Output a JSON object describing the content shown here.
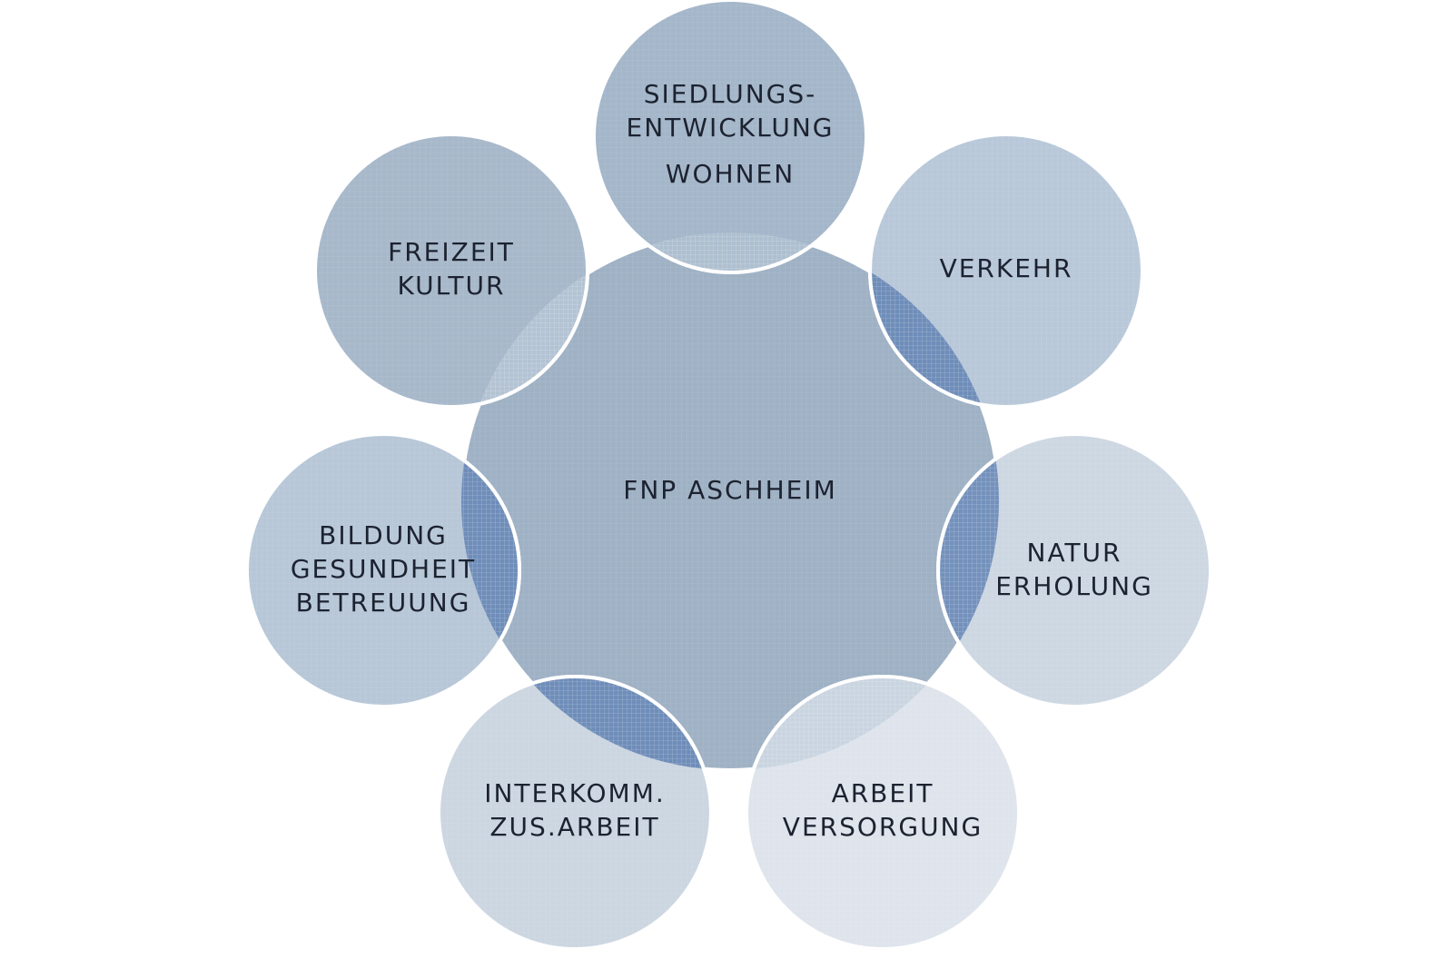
{
  "diagram": {
    "center": {
      "label": "FNP ASCHHEIM"
    },
    "topics": [
      {
        "id": "siedlung",
        "lines": [
          "SIEDLUNGS-",
          "ENTWICKLUNG"
        ],
        "sub": "WOHNEN",
        "color": "#a4b6c9"
      },
      {
        "id": "verkehr",
        "lines": [
          "VERKEHR"
        ],
        "color": "#b8c8d9"
      },
      {
        "id": "natur",
        "lines": [
          "NATUR",
          "ERHOLUNG"
        ],
        "color": "#cdd7e2"
      },
      {
        "id": "arbeit",
        "lines": [
          "ARBEIT",
          "VERSORGUNG"
        ],
        "color": "#dfe4ec"
      },
      {
        "id": "interkomm",
        "lines": [
          "INTERKOMM.",
          "ZUS.ARBEIT"
        ],
        "color": "#ccd6e1"
      },
      {
        "id": "bildung",
        "lines": [
          "BILDUNG",
          "GESUNDHEIT",
          "BETREUUNG"
        ],
        "color": "#b7c7d7"
      },
      {
        "id": "freizeit",
        "lines": [
          "FREIZEIT",
          "KULTUR"
        ],
        "color": "#a7b8ca"
      }
    ],
    "colors": {
      "center": "#9fb1c4",
      "overlap_dark": "#6f8db9",
      "overlap_light": "#c7d3e0",
      "stroke": "#ffffff",
      "text": "#1c2230"
    }
  }
}
